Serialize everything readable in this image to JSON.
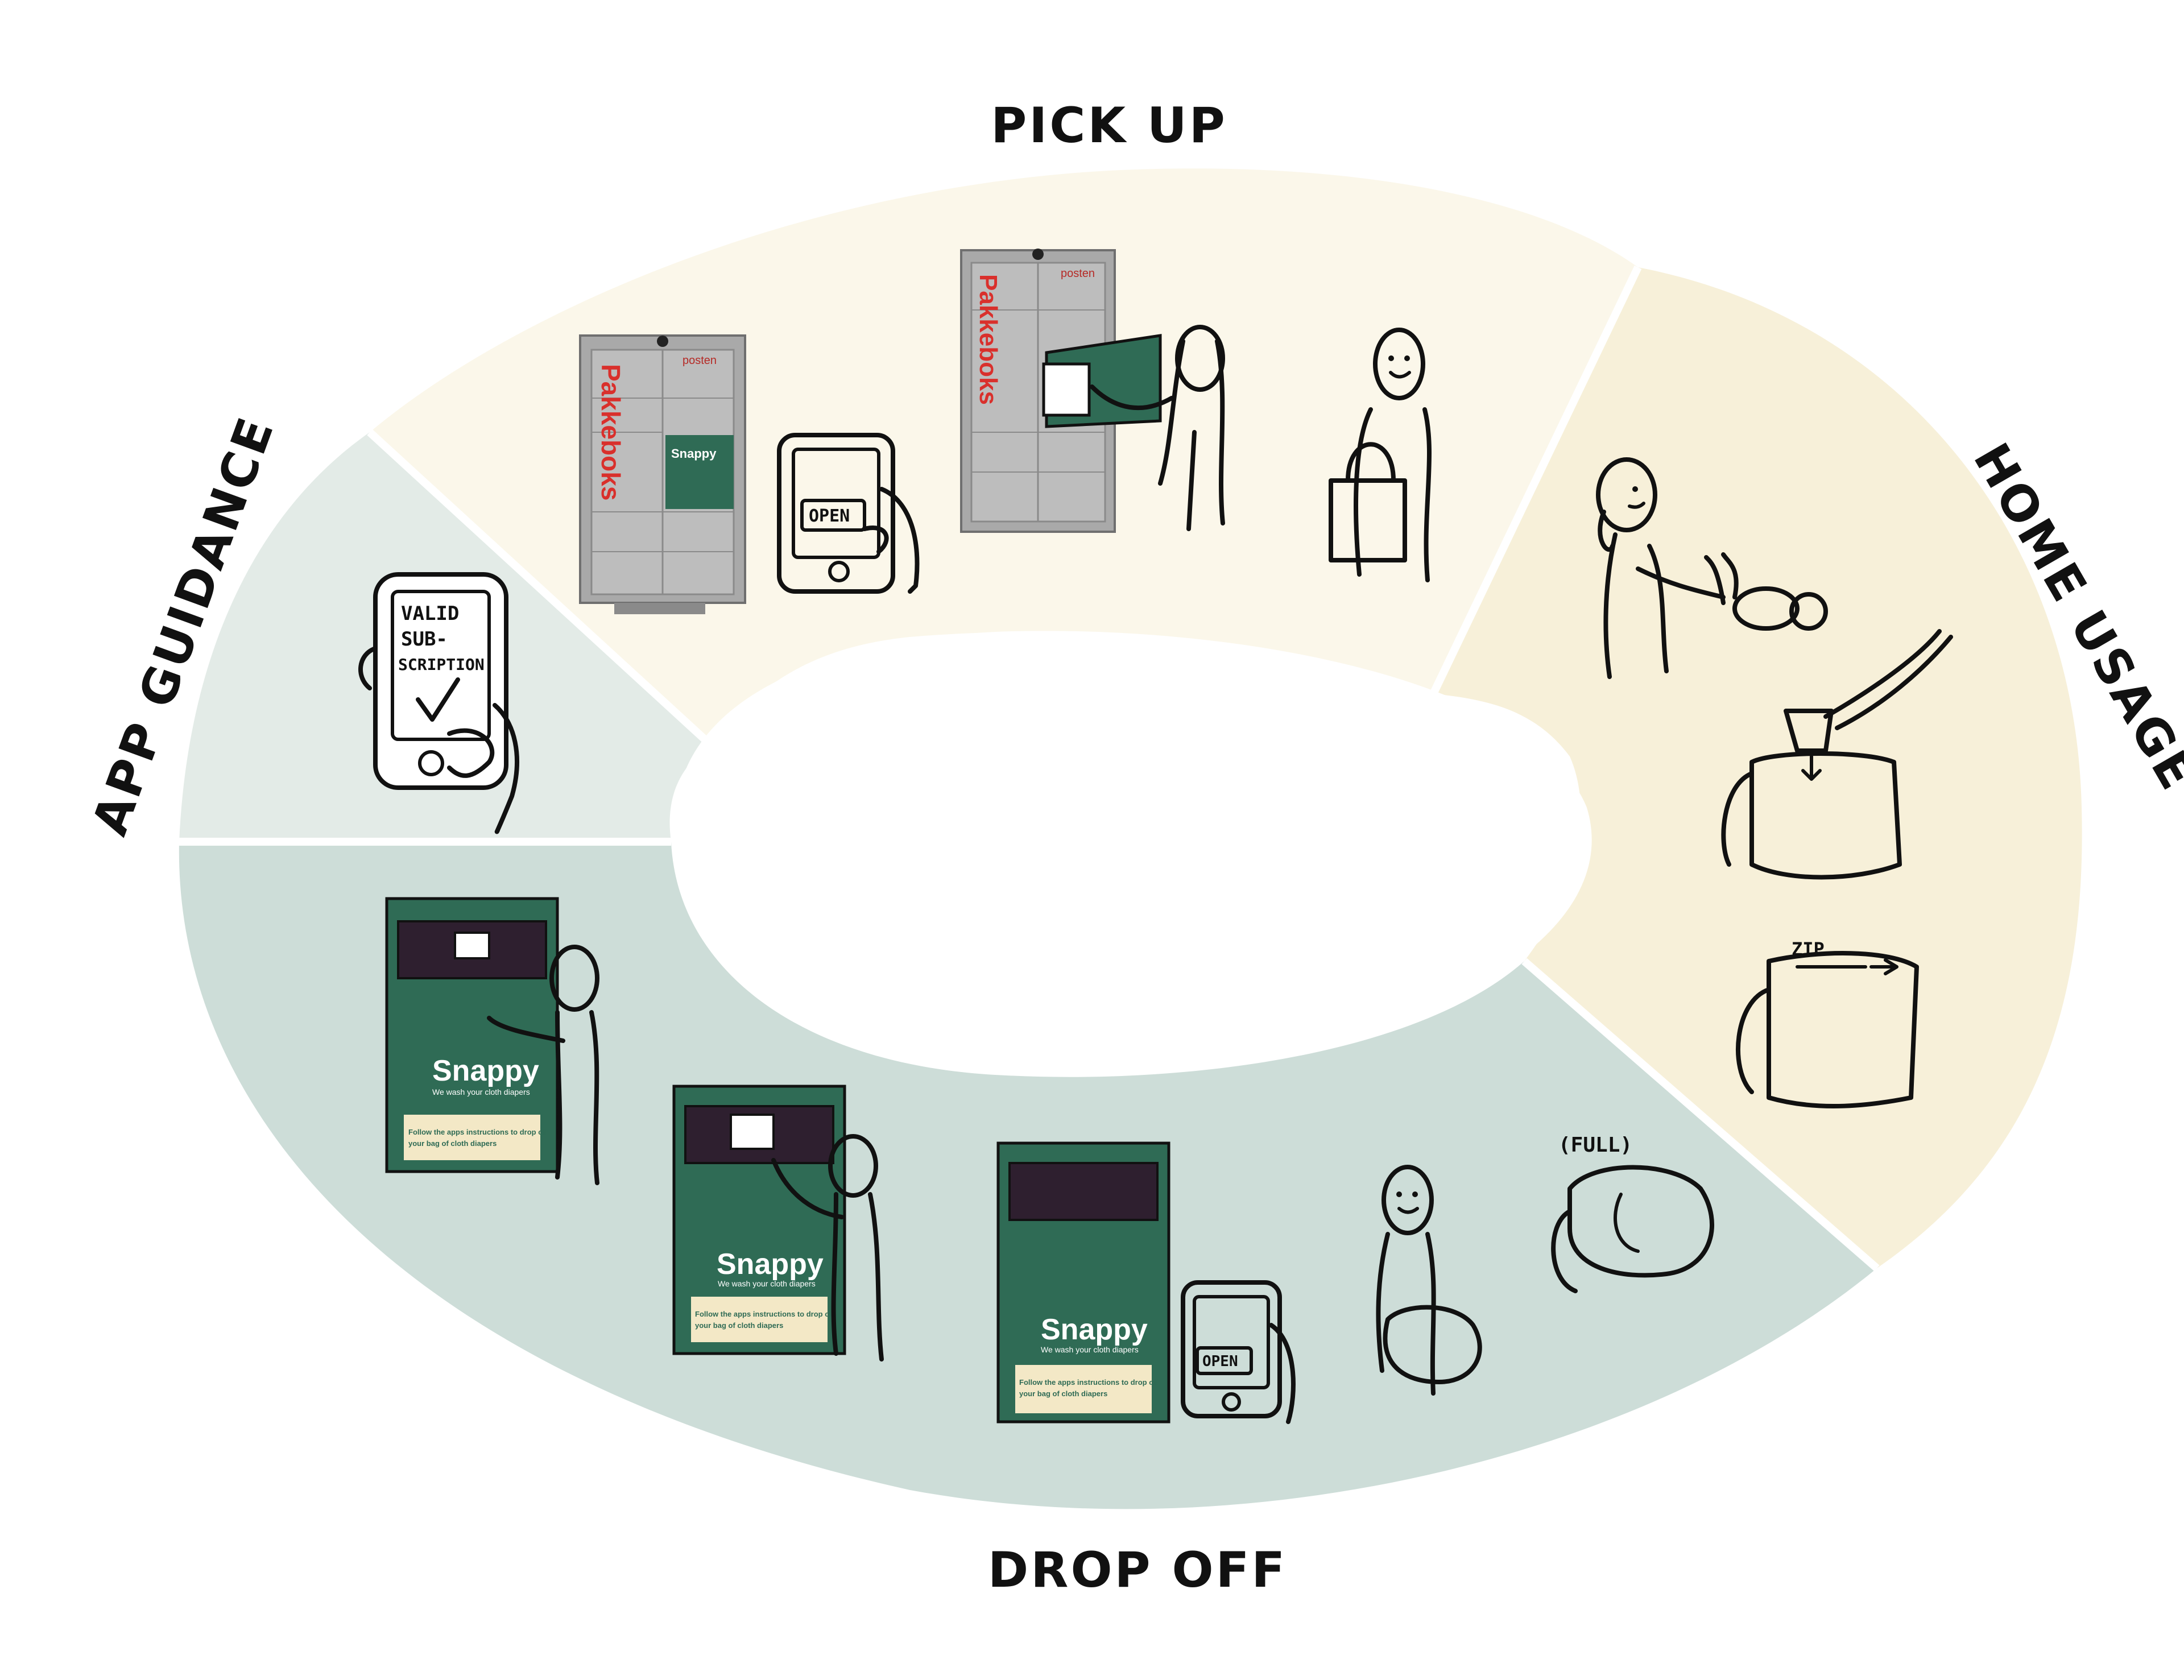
{
  "stages": {
    "pick_up": "PICK UP",
    "home_usage": "HOME USAGE",
    "drop_off": "DROP OFF",
    "app_guidance": "APP GUIDANCE"
  },
  "phone_screens": {
    "valid_line1": "VALID",
    "valid_line2": "SUB-",
    "valid_line3": "SCRIPTION",
    "open_label": "OPEN"
  },
  "locker": {
    "brand": "Pakkeboks",
    "operator": "posten",
    "panel_brand": "Snappy"
  },
  "bin": {
    "brand": "Snappy",
    "tagline": "We wash your cloth diapers",
    "instruction_line1": "Follow the apps instructions to drop off",
    "instruction_line2": "your bag of cloth diapers"
  },
  "annotations": {
    "zip": "ZIP",
    "full": "(FULL)"
  },
  "colors": {
    "pick_up_bg": "#fbf7ea",
    "home_usage_bg": "#f7f0d9",
    "drop_off_bg": "#cdddd8",
    "app_guidance_bg": "#e3ebe7",
    "bin_green": "#2f6b55",
    "locker_grey": "#a9a9a9",
    "brand_red": "#d9302c"
  }
}
